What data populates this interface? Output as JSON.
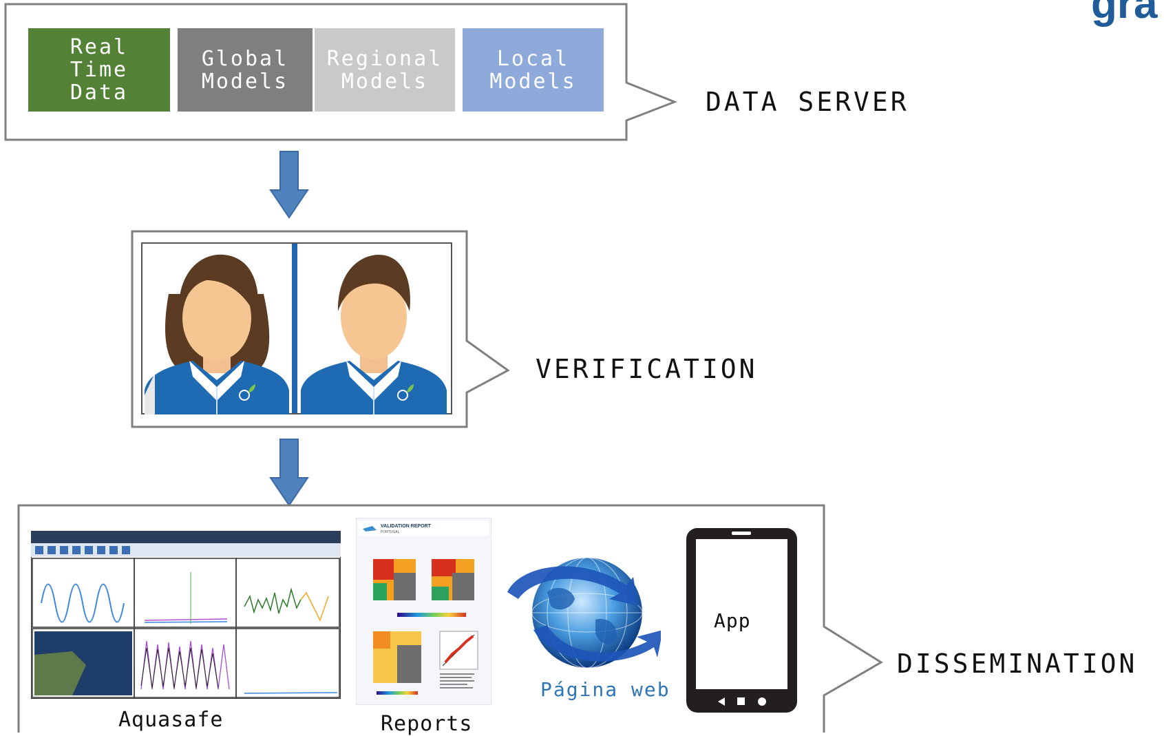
{
  "logo_partial": "gra",
  "data_server": {
    "callout_label": "DATA SERVER",
    "blocks": [
      {
        "label": "Real\nTime\nData",
        "color": "#538135"
      },
      {
        "label": "Global\nModels",
        "color": "#7f7f7f"
      },
      {
        "label": "Regional\nModels",
        "color": "#c9c9c9"
      },
      {
        "label": "Local\nModels",
        "color": "#8eaadb"
      }
    ]
  },
  "verification": {
    "callout_label": "VERIFICATION"
  },
  "dissemination": {
    "callout_label": "DISSEMINATION",
    "items": {
      "aquasafe_label": "Aquasafe",
      "reports_label": "Reports",
      "web_label": "Página web",
      "app_label": "App"
    },
    "report_title": "VALIDATION REPORT",
    "report_subtitle": "PORTUGAL"
  },
  "colors": {
    "arrow_fill": "#4f81bd",
    "arrow_stroke": "#3a6aa6",
    "panel_border": "#7f7f7f",
    "web_label": "#2e75b6",
    "phone": "#231f20"
  }
}
